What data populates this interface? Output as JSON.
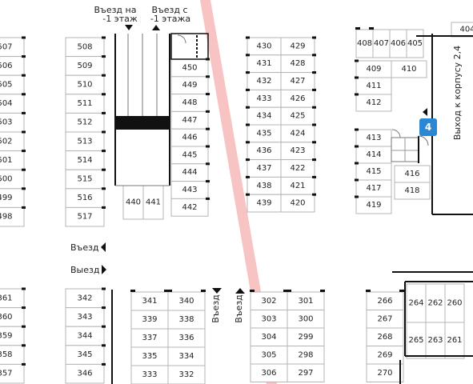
{
  "colors": {
    "line": "#111111",
    "spot_border": "#b4b4b4",
    "highlight_stripe": "#f4a3a3",
    "badge": "#2b87d3"
  },
  "labels": {
    "entry_from_minus1_line1": "Въезд на",
    "entry_from_minus1_line2": "-1 этаж",
    "exit_to_minus1_line1": "Въезд с",
    "exit_to_minus1_line2": "-1 этажа",
    "vyezd_left": "Въезд",
    "vyezd_right": "Выезд",
    "vyezd_vertical_1": "Въезд",
    "vyezd_vertical_2": "Въезд",
    "exit_to_building": "Выход к корпусу 2,4",
    "building_badge": "4"
  },
  "icons": {
    "arrow": "triangle-arrow-icon",
    "door": "door-swing-icon",
    "building_badge": "building-number-badge-icon"
  },
  "columns": {
    "col_far_left_top": [
      "507",
      "506",
      "505",
      "504",
      "503",
      "502",
      "501",
      "500",
      "499",
      "498"
    ],
    "col_508": [
      "508",
      "509",
      "510",
      "511",
      "512",
      "513",
      "514",
      "515",
      "516",
      "517"
    ],
    "pair_440": [
      "440",
      "441"
    ],
    "col_450": [
      "450",
      "449",
      "448",
      "447",
      "446",
      "445",
      "444",
      "443",
      "442"
    ],
    "col_430_left": [
      "430",
      "431",
      "432",
      "433",
      "434",
      "435",
      "436",
      "437",
      "438",
      "439"
    ],
    "col_430_right": [
      "429",
      "428",
      "427",
      "426",
      "425",
      "424",
      "423",
      "422",
      "421",
      "420"
    ],
    "top_row_408": [
      "408",
      "407",
      "406",
      "405"
    ],
    "top_right_404": [
      "404"
    ],
    "col_409_left": [
      "409",
      "411",
      "412"
    ],
    "col_409_right": [
      "410"
    ],
    "col_413_left": [
      "413",
      "414",
      "415",
      "417",
      "419"
    ],
    "col_416_right": [
      "416",
      "418"
    ],
    "col_far_left_bottom": [
      "361",
      "360",
      "359",
      "358",
      "357"
    ],
    "col_342": [
      "342",
      "343",
      "344",
      "345",
      "346"
    ],
    "col_341_left": [
      "341",
      "339",
      "337",
      "335",
      "333"
    ],
    "col_340_right": [
      "340",
      "338",
      "336",
      "334",
      "332"
    ],
    "col_302_left": [
      "302",
      "303",
      "304",
      "305",
      "306"
    ],
    "col_301_right": [
      "301",
      "300",
      "299",
      "298",
      "297"
    ],
    "col_266": [
      "266",
      "267",
      "268",
      "269",
      "270"
    ],
    "col_264_row1": [
      "264",
      "262",
      "260"
    ],
    "col_264_row2": [
      "265",
      "263",
      "261"
    ]
  }
}
